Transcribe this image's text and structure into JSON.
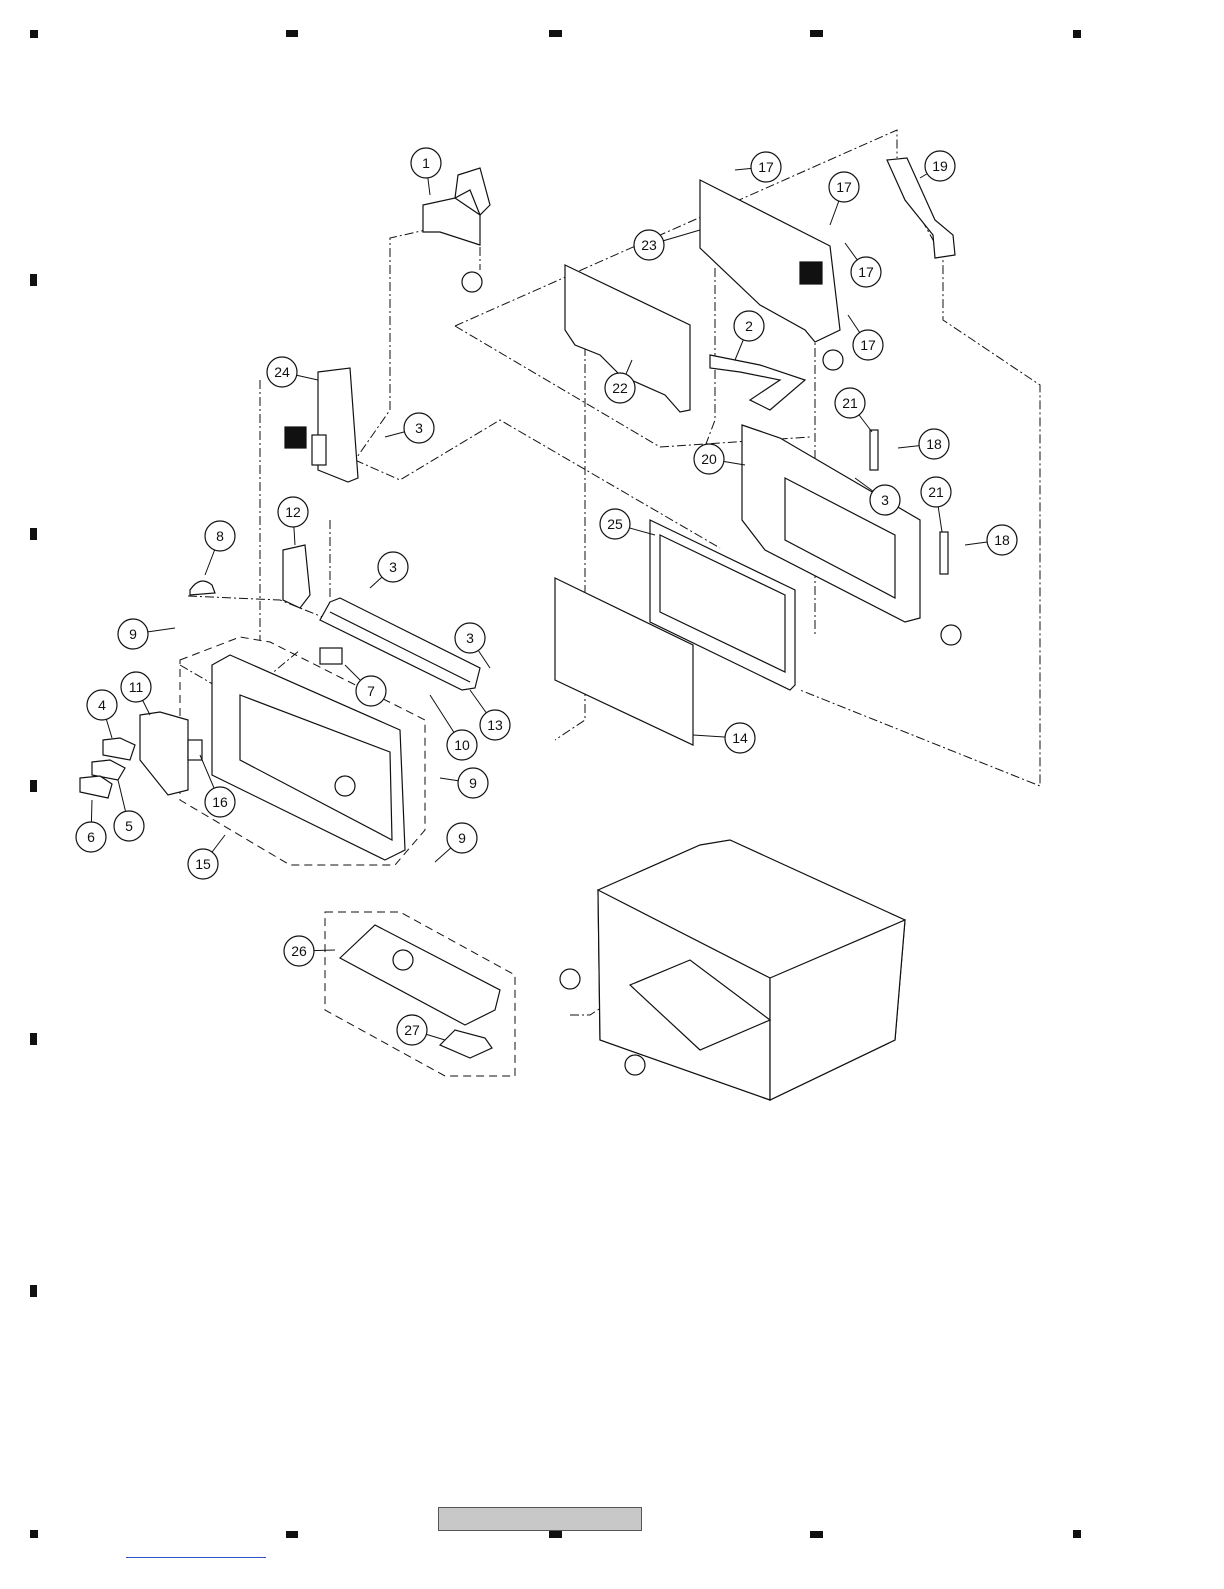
{
  "diagram": {
    "part_numbers": [
      "1",
      "2",
      "3",
      "3",
      "3",
      "3",
      "3",
      "4",
      "5",
      "6",
      "7",
      "8",
      "9",
      "9",
      "9",
      "9",
      "10",
      "11",
      "12",
      "13",
      "14",
      "15",
      "16",
      "17",
      "17",
      "17",
      "17",
      "17",
      "18",
      "18",
      "19",
      "20",
      "21",
      "21",
      "22",
      "23",
      "24",
      "25",
      "26",
      "27"
    ]
  },
  "colors": {
    "line": "#111111",
    "footer_bar": "#c8c8c8",
    "link": "#3355cc"
  },
  "icons": [
    "connector-circle",
    "marker-square",
    "registration-mark"
  ]
}
